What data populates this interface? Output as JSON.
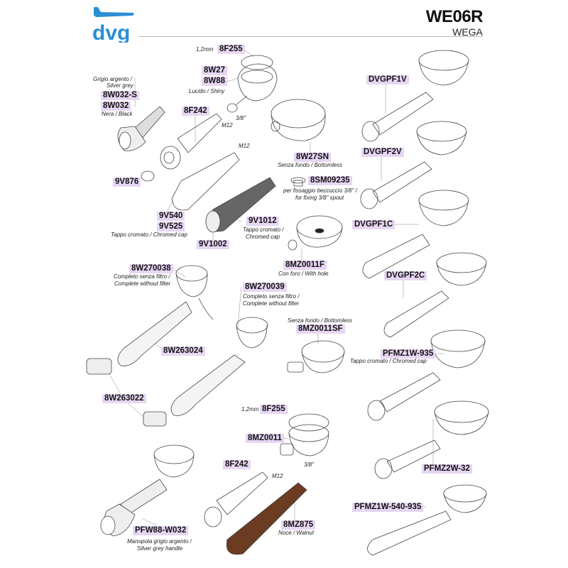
{
  "header": {
    "logo": "dvg",
    "model": "WE06R",
    "brand": "WEGA",
    "accent": "#2a8fd6"
  },
  "label_color": "#e6d6f3",
  "parts": [
    {
      "code": "8F255",
      "note": "1,2mm"
    },
    {
      "code": "8W27"
    },
    {
      "code": "8W88",
      "note": "Lucido / Shiny"
    },
    {
      "code": "8W032-S",
      "note": "Grigio argento /",
      "note2": "Silver grey"
    },
    {
      "code": "8W032",
      "note": "Nera / Black"
    },
    {
      "code": "8F242",
      "note": "M12"
    },
    {
      "note": "3/8\""
    },
    {
      "code": "8W27SN",
      "note": "Senza fondo / Bottomless"
    },
    {
      "note": "M12"
    },
    {
      "code": "9V876"
    },
    {
      "code": "8SM09235",
      "note": "per fissaggio beccuccio 3/8\" /",
      "note2": "for fixing 3/8\" spout"
    },
    {
      "code": "9V540"
    },
    {
      "code": "9V525",
      "note": "Tappo cromato / Chromed cap"
    },
    {
      "code": "9V1012",
      "note": "Tappo cromato /",
      "note2": "Chromed cap"
    },
    {
      "code": "9V1002"
    },
    {
      "code": "8MZ0011F",
      "note": "Con foro / With hole"
    },
    {
      "code": "8W270038",
      "note": "Completo senza filtro /",
      "note2": "Complete without filter"
    },
    {
      "code": "8W270039",
      "note": "Completo senza filtro /",
      "note2": "Complete without filter"
    },
    {
      "code": "8MZ0011SF",
      "note": "Senza fondo / Bottomless"
    },
    {
      "code": "8W263024"
    },
    {
      "code": "8W263022"
    },
    {
      "code": "8F255",
      "note": "1,2mm"
    },
    {
      "code": "8MZ0011",
      "note": "3/8\""
    },
    {
      "code": "8F242",
      "note": "M12"
    },
    {
      "code": "8MZ875",
      "note": "Noce / Walnut"
    },
    {
      "code": "PFW88-W032",
      "note": "Manopola grigio argento /",
      "note2": "Silver grey handle"
    },
    {
      "code": "DVGPF1V"
    },
    {
      "code": "DVGPF2V"
    },
    {
      "code": "DVGPF1C"
    },
    {
      "code": "DVGPF2C"
    },
    {
      "code": "PFMZ1W-935",
      "note": "Tappo cromato / Chromed cap"
    },
    {
      "code": "PFMZ2W-32"
    },
    {
      "code": "PFMZ1W-540-935"
    }
  ]
}
